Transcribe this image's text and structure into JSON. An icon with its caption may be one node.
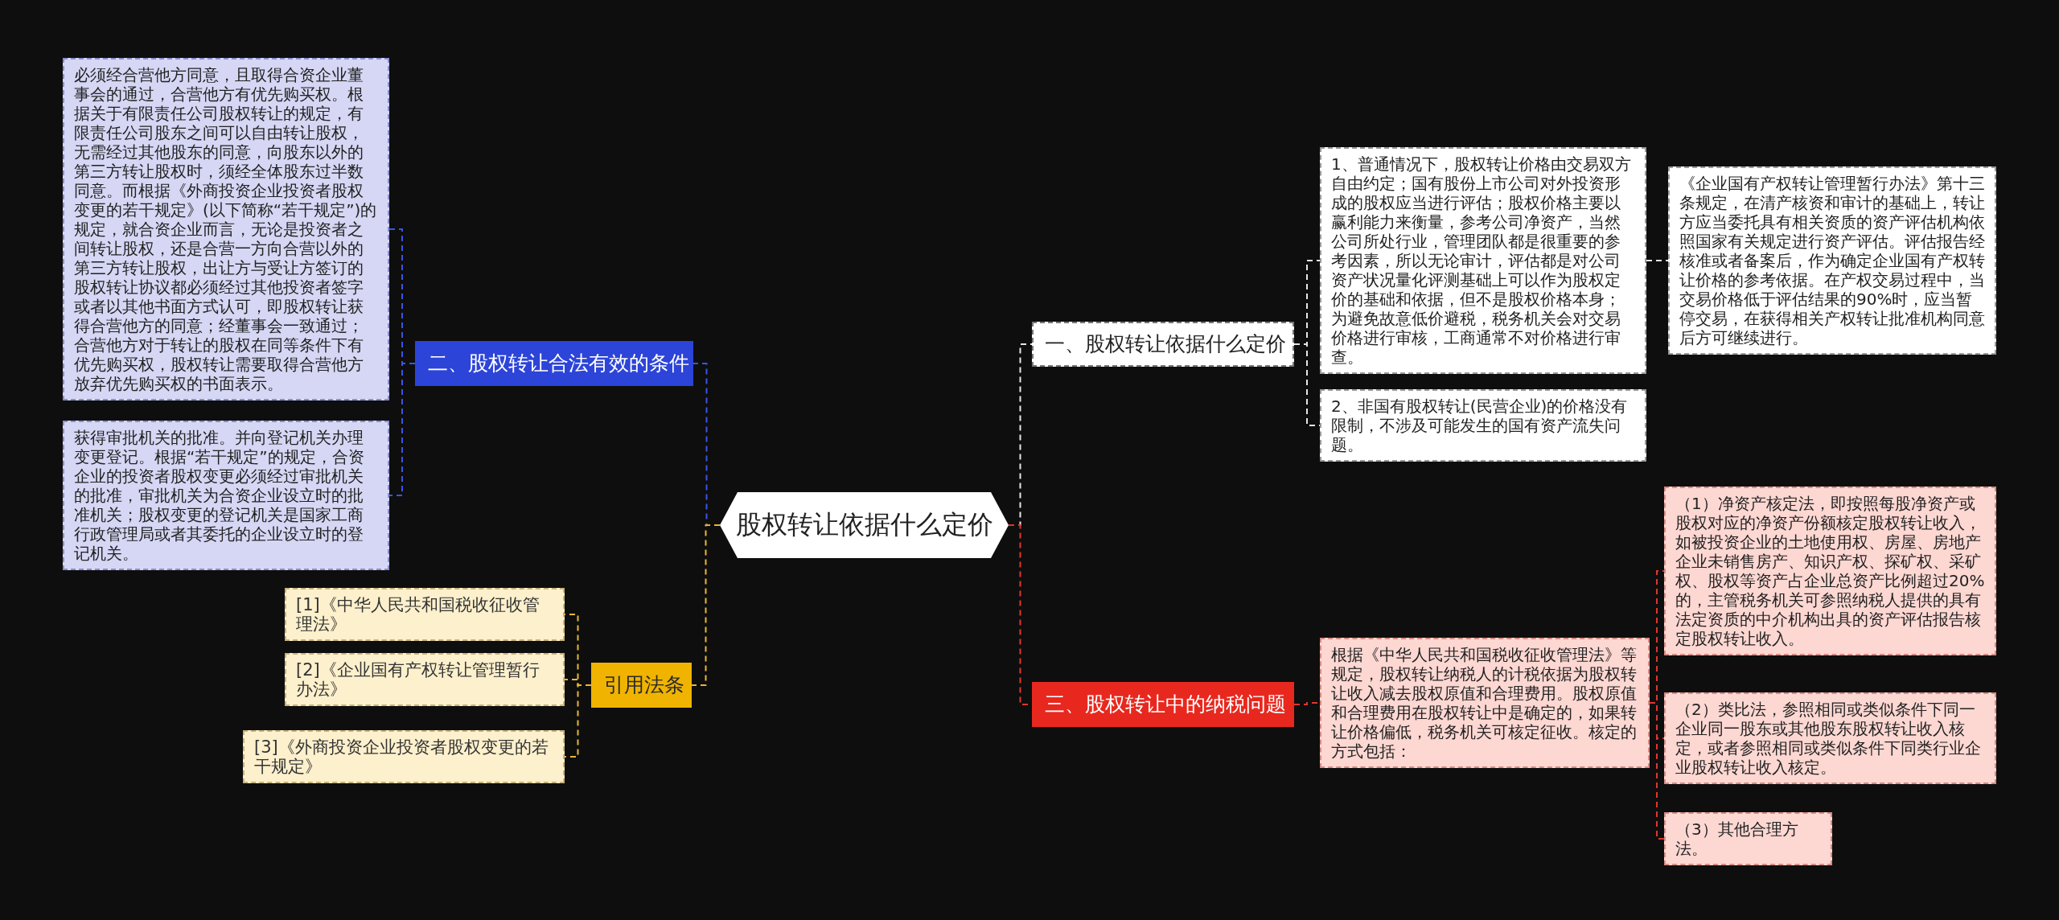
{
  "diagram": {
    "nodes": [
      {
        "text": [
          "股权转让依据什么定价"
        ]
      },
      {
        "text": [
          "一、股权转让依据什么定价"
        ]
      },
      {
        "text": [
          "1、普通情况下，股权转让价格由交易双方自由约定；国有股份上市公司对外投资形成的股权应当进行评估；股权价格主要以赢利能力来衡量，参考公司净资产，当然公司所处行业，管理团队都是很重要的参考因素，所以无论审计，评估都是对公司资产状况量化评测基础上可以作为股权定价的基础和依据，但不是股权价格本身；为避免故意低价避税，税务机关会对交易价格进行审核，工商通常不对价格进行审查。"
        ]
      },
      {
        "text": [
          "《企业国有产权转让管理暂行办法》第十三条规定，在清产核资和审计的基础上，转让方应当委托具有相关资质的资产评估机构依照国家有关规定进行资产评估。评估报告经核准或者备案后，作为确定企业国有产权转让价格的参考依据。在产权交易过程中，当交易价格低于评估结果的90%时，应当暂停交易，在获得相关产权转让批准机构同意后方可继续进行。"
        ]
      },
      {
        "text": [
          "2、非国有股权转让(民营企业)的价格没有限制，不涉及可能发生的国有资产流失问题。"
        ]
      },
      {
        "text": [
          "三、股权转让中的纳税问题"
        ]
      },
      {
        "text": [
          "根据《中华人民共和国税收征收管理法》等规定，股权转让纳税人的计税依据为股权转让收入减去股权原值和合理费用。股权原值和合理费用在股权转让中是确定的，如果转让价格偏低，税务机关可核定征收。核定的方式包括："
        ]
      },
      {
        "text": [
          "（1）净资产核定法，即按照每股净资产或股权对应的净资产份额核定股权转让收入，如被投资企业的土地使用权、房屋、房地产企业未销售房产、知识产权、探矿权、采矿权、股权等资产占企业总资产比例超过20%的，主管税务机关可参照纳税人提供的具有法定资质的中介机构出具的资产评估报告核定股权转让收入。"
        ]
      },
      {
        "text": [
          "（2）类比法，参照相同或类似条件下同一企业同一股东或其他股东股权转让收入核定，或者参照相同或类似条件下同类行业企业股权转让收入核定。"
        ]
      },
      {
        "text": [
          "（3）其他合理方法。"
        ]
      },
      {
        "text": [
          "二、股权转让合法有效的条件"
        ]
      },
      {
        "text": [
          "必须经合营他方同意，且取得合资企业董事会的通过，合营他方有优先购买权。根据关于有限责任公司股权转让的规定，有限责任公司股东之间可以自由转让股权，无需经过其他股东的同意，向股东以外的第三方转让股权时，须经全体股东过半数同意。而根据《外商投资企业投资者股权变更的若干规定》(以下简称“若干规定”)的规定，就合资企业而言，无论是投资者之间转让股权，还是合营一方向合营以外的第三方转让股权，出让方与受让方签订的股权转让协议都必须经过其他投资者签字或者以其他书面方式认可，即股权转让获得合营他方的同意；经董事会一致通过；合营他方对于转让的股权在同等条件下有优先购买权，股权转让需要取得合营他方放弃优先购买权的书面表示。"
        ]
      },
      {
        "text": [
          "获得审批机关的批准。并向登记机关办理变更登记。根据“若干规定”的规定，合资企业的投资者股权变更必须经过审批机关的批准，审批机关为合资企业设立时的批准机关；股权变更的登记机关是国家工商行政管理局或者其委托的企业设立时的登记机关。"
        ]
      },
      {
        "text": [
          "引用法条"
        ]
      },
      {
        "text": [
          "[1]《中华人民共和国税收征收管理法》"
        ]
      },
      {
        "text": [
          "[2]《企业国有产权转让管理暂行办法》"
        ]
      },
      {
        "text": [
          "[3]《外商投资企业投资者股权变更的若干规定》"
        ]
      }
    ],
    "edges": [
      {
        "from": 0,
        "to": 1,
        "arrow": "none",
        "style": "dashed",
        "color": "#e6e6e6"
      },
      {
        "from": 1,
        "to": 2,
        "arrow": "none",
        "style": "dashed",
        "color": "#e6e6e6"
      },
      {
        "from": 2,
        "to": 3,
        "arrow": "none",
        "style": "dashed",
        "color": "#e6e6e6"
      },
      {
        "from": 1,
        "to": 4,
        "arrow": "none",
        "style": "dashed",
        "color": "#e6e6e6"
      },
      {
        "from": 0,
        "to": 5,
        "arrow": "none",
        "style": "dashed",
        "color": "#e0362c"
      },
      {
        "from": 5,
        "to": 6,
        "arrow": "none",
        "style": "dashed",
        "color": "#e0362c"
      },
      {
        "from": 6,
        "to": 7,
        "arrow": "none",
        "style": "dashed",
        "color": "#e0362c"
      },
      {
        "from": 6,
        "to": 8,
        "arrow": "none",
        "style": "dashed",
        "color": "#e0362c"
      },
      {
        "from": 6,
        "to": 9,
        "arrow": "none",
        "style": "dashed",
        "color": "#e0362c"
      },
      {
        "from": 0,
        "to": 10,
        "arrow": "none",
        "style": "dashed",
        "color": "#3a55e8"
      },
      {
        "from": 10,
        "to": 11,
        "arrow": "none",
        "style": "dashed",
        "color": "#3a55e8"
      },
      {
        "from": 10,
        "to": 12,
        "arrow": "none",
        "style": "dashed",
        "color": "#3a55e8"
      },
      {
        "from": 0,
        "to": 13,
        "arrow": "none",
        "style": "dashed",
        "color": "#e8b830"
      },
      {
        "from": 13,
        "to": 14,
        "arrow": "none",
        "style": "dashed",
        "color": "#e8b830"
      },
      {
        "from": 13,
        "to": 15,
        "arrow": "none",
        "style": "dashed",
        "color": "#e8b830"
      },
      {
        "from": 13,
        "to": 16,
        "arrow": "none",
        "style": "dashed",
        "color": "#e8b830"
      }
    ]
  }
}
